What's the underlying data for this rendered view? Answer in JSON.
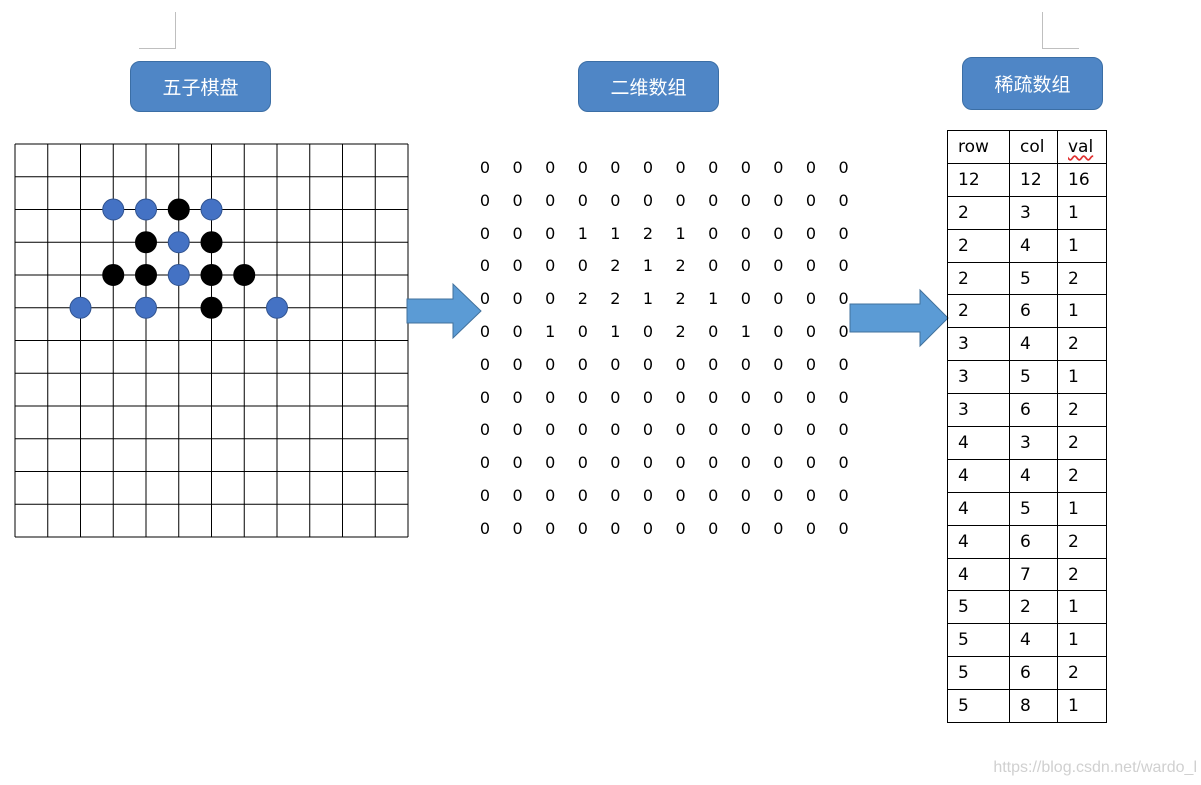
{
  "labels": {
    "board": "五子棋盘",
    "array2d": "二维数组",
    "sparse": "稀疏数组"
  },
  "colors": {
    "label_fill": "#4f86c6",
    "white_piece": "#4472c4",
    "black_piece": "#000000",
    "arrow": "#5b9bd5"
  },
  "board": {
    "size": 12,
    "pieces": [
      {
        "row": 2,
        "col": 3,
        "val": 1
      },
      {
        "row": 2,
        "col": 4,
        "val": 1
      },
      {
        "row": 2,
        "col": 5,
        "val": 2
      },
      {
        "row": 2,
        "col": 6,
        "val": 1
      },
      {
        "row": 3,
        "col": 4,
        "val": 2
      },
      {
        "row": 3,
        "col": 5,
        "val": 1
      },
      {
        "row": 3,
        "col": 6,
        "val": 2
      },
      {
        "row": 4,
        "col": 3,
        "val": 2
      },
      {
        "row": 4,
        "col": 4,
        "val": 2
      },
      {
        "row": 4,
        "col": 5,
        "val": 1
      },
      {
        "row": 4,
        "col": 6,
        "val": 2
      },
      {
        "row": 4,
        "col": 7,
        "val": 2
      },
      {
        "row": 5,
        "col": 2,
        "val": 1
      },
      {
        "row": 5,
        "col": 4,
        "val": 1
      },
      {
        "row": 5,
        "col": 6,
        "val": 2
      },
      {
        "row": 5,
        "col": 8,
        "val": 1
      }
    ]
  },
  "array2d": [
    [
      "0",
      "0",
      "0",
      "0",
      "0",
      "0",
      "0",
      "0",
      "0",
      "0",
      "0",
      "0"
    ],
    [
      "0",
      "0",
      "0",
      "0",
      "0",
      "0",
      "0",
      "0",
      "0",
      "0",
      "0",
      "0"
    ],
    [
      "0",
      "0",
      "0",
      "1",
      "1",
      "2",
      "1",
      "0",
      "0",
      "0",
      "0",
      "0"
    ],
    [
      "0",
      "0",
      "0",
      "0",
      "2",
      "1",
      "2",
      "0",
      "0",
      "0",
      "0",
      "0"
    ],
    [
      "0",
      "0",
      "0",
      "2",
      "2",
      "1",
      "2",
      "1",
      "0",
      "0",
      "0",
      "0"
    ],
    [
      "0",
      "0",
      "1",
      "0",
      "1",
      "0",
      "2",
      "0",
      "1",
      "0",
      "0",
      "0"
    ],
    [
      "0",
      "0",
      "0",
      "0",
      "0",
      "0",
      "0",
      "0",
      "0",
      "0",
      "0",
      "0"
    ],
    [
      "0",
      "0",
      "0",
      "0",
      "0",
      "0",
      "0",
      "0",
      "0",
      "0",
      "0",
      "0"
    ],
    [
      "0",
      "0",
      "0",
      "0",
      "0",
      "0",
      "0",
      "0",
      "0",
      "0",
      "0",
      "0"
    ],
    [
      "0",
      "0",
      "0",
      "0",
      "0",
      "0",
      "0",
      "0",
      "0",
      "0",
      "0",
      "0"
    ],
    [
      "0",
      "0",
      "0",
      "0",
      "0",
      "0",
      "0",
      "0",
      "0",
      "0",
      "0",
      "0"
    ],
    [
      "0",
      "0",
      "0",
      "0",
      "0",
      "0",
      "0",
      "0",
      "0",
      "0",
      "0",
      "0"
    ]
  ],
  "sparse": {
    "headers": [
      "row",
      "col",
      "val"
    ],
    "rows": [
      [
        "12",
        "12",
        "16"
      ],
      [
        "2",
        "3",
        "1"
      ],
      [
        "2",
        "4",
        "1"
      ],
      [
        "2",
        "5",
        "2"
      ],
      [
        "2",
        "6",
        "1"
      ],
      [
        "3",
        "4",
        "2"
      ],
      [
        "3",
        "5",
        "1"
      ],
      [
        "3",
        "6",
        "2"
      ],
      [
        "4",
        "3",
        "2"
      ],
      [
        "4",
        "4",
        "2"
      ],
      [
        "4",
        "5",
        "1"
      ],
      [
        "4",
        "6",
        "2"
      ],
      [
        "4",
        "7",
        "2"
      ],
      [
        "5",
        "2",
        "1"
      ],
      [
        "5",
        "4",
        "1"
      ],
      [
        "5",
        "6",
        "2"
      ],
      [
        "5",
        "8",
        "1"
      ]
    ]
  },
  "watermark": "https://blog.csdn.net/wardo_l"
}
